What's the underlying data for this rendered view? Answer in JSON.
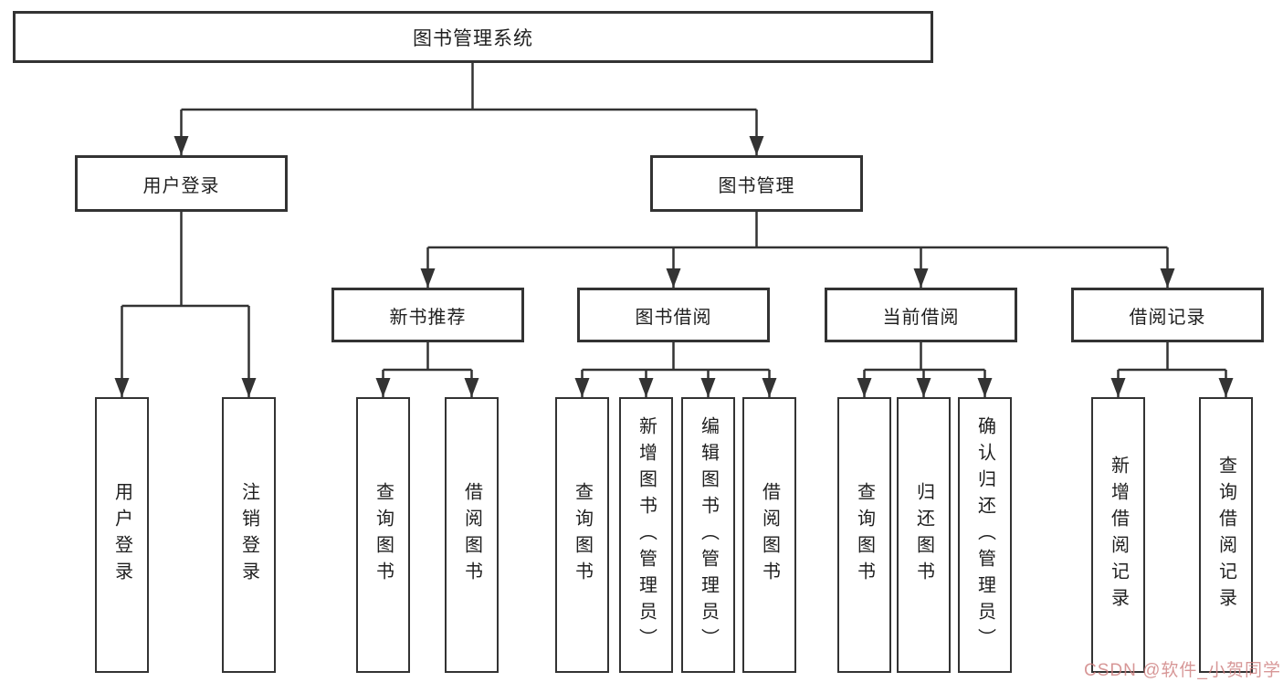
{
  "tree": {
    "root": {
      "label": "图书管理系统",
      "children": [
        {
          "label": "用户登录",
          "children": [
            {
              "label": "用户登录"
            },
            {
              "label": "注销登录"
            }
          ]
        },
        {
          "label": "图书管理",
          "children": [
            {
              "label": "新书推荐",
              "children": [
                {
                  "label": "查询图书"
                },
                {
                  "label": "借阅图书"
                }
              ]
            },
            {
              "label": "图书借阅",
              "children": [
                {
                  "label": "查询图书"
                },
                {
                  "label": "新增图书（管理员）"
                },
                {
                  "label": "编辑图书（管理员）"
                },
                {
                  "label": "借阅图书"
                }
              ]
            },
            {
              "label": "当前借阅",
              "children": [
                {
                  "label": "查询图书"
                },
                {
                  "label": "归还图书"
                },
                {
                  "label": "确认归还（管理员）"
                }
              ]
            },
            {
              "label": "借阅记录",
              "children": [
                {
                  "label": "新增借阅记录"
                },
                {
                  "label": "查询借阅记录"
                }
              ]
            }
          ]
        }
      ]
    }
  },
  "colors": {
    "line": "#333333",
    "text": "#1f1f1f",
    "background": "#ffffff",
    "watermark": "#CE7E7E"
  },
  "watermark": {
    "text": "CSDN @软件_小贺同学",
    "color": "#CE7E7E"
  }
}
